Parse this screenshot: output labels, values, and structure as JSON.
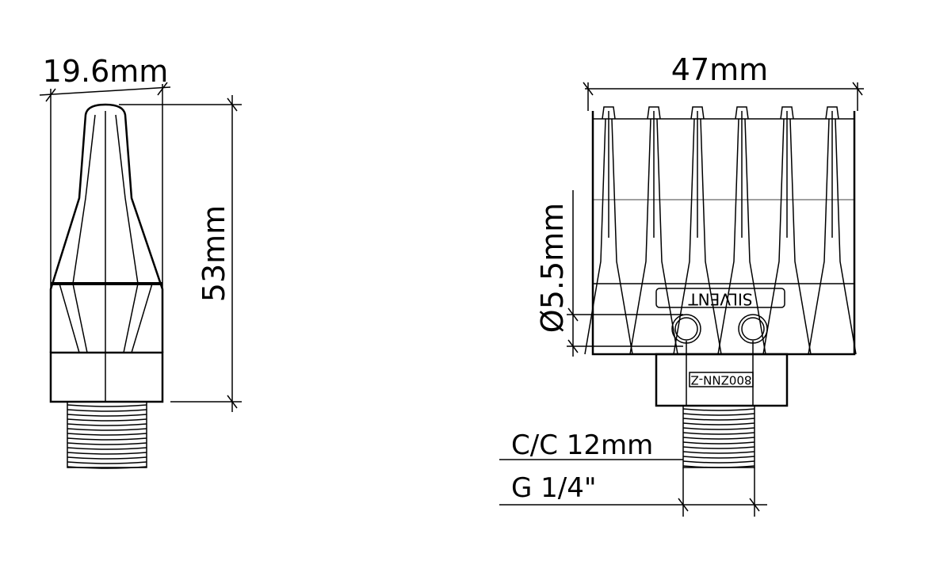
{
  "side_view": {
    "width_label": "19.6mm",
    "height_label": "53mm"
  },
  "front_view": {
    "width_label": "47mm",
    "hole_diameter_label": "Ø5.5mm",
    "center_distance_label": "C/C 12mm",
    "thread_label": "G 1/4\"",
    "brand_plate_text": "SILVENT",
    "model_plate_text": "800ZNN-Z"
  }
}
